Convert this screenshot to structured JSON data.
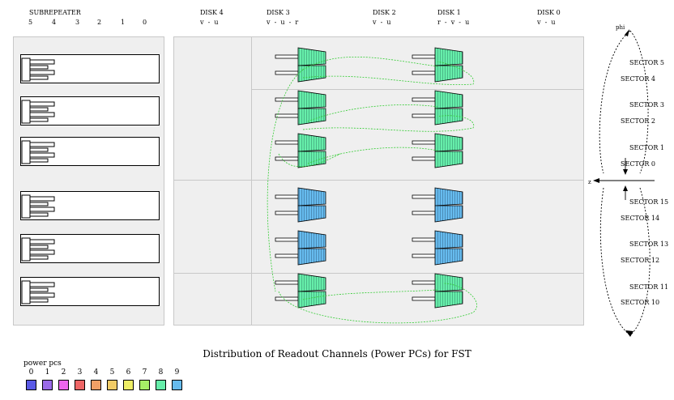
{
  "subrepeater": {
    "label": "SUBREPEATER",
    "numbers": [
      "5",
      "4",
      "3",
      "2",
      "1",
      "0"
    ]
  },
  "disks": [
    {
      "label": "DISK 4",
      "letters": "v  -  u"
    },
    {
      "label": "DISK 3",
      "letters": "v  -  u  -  r"
    },
    {
      "label": "DISK 2",
      "letters": "v  -  u"
    },
    {
      "label": "DISK 1",
      "letters": "r  -  v  -  u"
    },
    {
      "label": "DISK 0",
      "letters": "v  -  u"
    }
  ],
  "phi_label": "phi",
  "z_label": "z",
  "sectors": [
    "SECTOR 5",
    "SECTOR 4",
    "SECTOR 3",
    "SECTOR 2",
    "SECTOR 1",
    "SECTOR 0",
    "SECTOR 15",
    "SECTOR 14",
    "SECTOR 13",
    "SECTOR 12",
    "SECTOR 11",
    "SECTOR 10"
  ],
  "title": "Distribution of Readout Channels (Power PCs) for FST",
  "legend": {
    "label": "power pcs",
    "items": [
      {
        "num": "0",
        "color": "#5a5ae6"
      },
      {
        "num": "1",
        "color": "#9a6ae8"
      },
      {
        "num": "2",
        "color": "#ee66ee"
      },
      {
        "num": "3",
        "color": "#ee6666"
      },
      {
        "num": "4",
        "color": "#f2a066"
      },
      {
        "num": "5",
        "color": "#f2cc66"
      },
      {
        "num": "6",
        "color": "#eeee66"
      },
      {
        "num": "7",
        "color": "#a6ee66"
      },
      {
        "num": "8",
        "color": "#66eeaa"
      },
      {
        "num": "9",
        "color": "#66bbee"
      }
    ]
  },
  "colors": {
    "green_modules": "#66eeaa",
    "blue_modules": "#66bbee",
    "cable": "#33cc33"
  }
}
